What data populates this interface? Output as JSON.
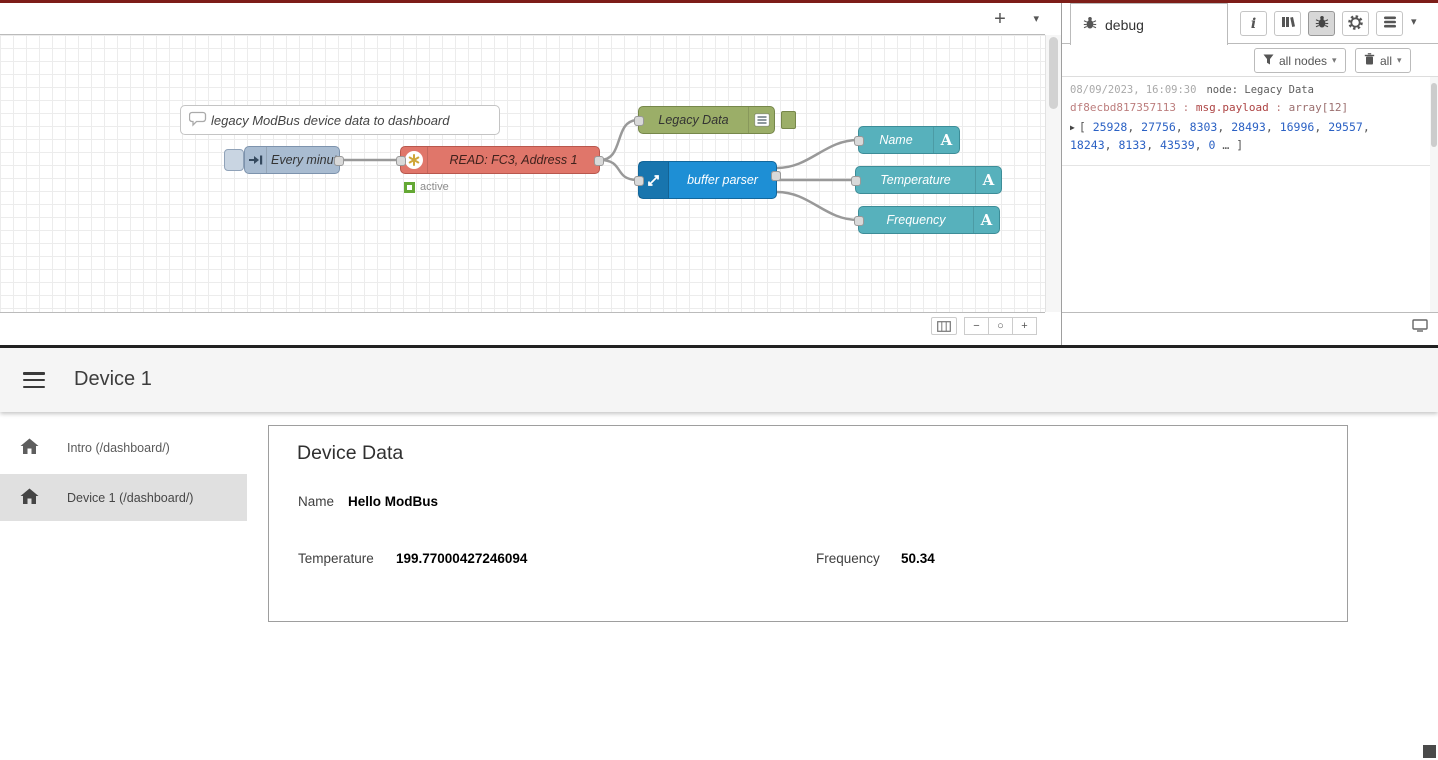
{
  "editor": {
    "tabbar": {
      "add_flow": "+",
      "flow_menu_caret": "▾"
    },
    "flow": {
      "comment_node": {
        "label": "legacy ModBus device data to dashboard"
      },
      "inject_node": {
        "label": "Every minute"
      },
      "modbus_node": {
        "label": "READ: FC3, Address 1",
        "status": "active"
      },
      "debug_node": {
        "label": "Legacy Data"
      },
      "buffer_node": {
        "label": "buffer parser"
      },
      "ui_nodes": [
        {
          "label": "Name"
        },
        {
          "label": "Temperature"
        },
        {
          "label": "Frequency"
        }
      ],
      "icons": {
        "ui_text_glyph": "A"
      }
    },
    "footer": {
      "zoom_out": "−",
      "zoom_reset": "○",
      "zoom_in": "+"
    }
  },
  "sidebar": {
    "tab_label": "debug",
    "header_icons": {
      "info_glyph": "i",
      "menu_caret": "▾"
    },
    "filters": {
      "nodes_label": "all nodes",
      "clear_label": "all",
      "caret": "▾"
    },
    "message": {
      "timestamp": "08/09/2023, 16:09:30",
      "source": "node: Legacy Data",
      "msgid": "df8ecbd817357113",
      "separator": " : ",
      "property": "msg.payload",
      "type": "array[12]",
      "expand_caret": "▶",
      "payload_values": [
        25928,
        27756,
        8303,
        28493,
        16996,
        29557,
        18243,
        8133,
        43539,
        0
      ],
      "truncated": "…"
    }
  },
  "dashboard": {
    "title": "Device 1",
    "nav": [
      {
        "label": "Intro (/dashboard/)",
        "active": false
      },
      {
        "label": "Device 1 (/dashboard/)",
        "active": true
      }
    ],
    "card": {
      "title": "Device Data",
      "name_label": "Name",
      "name_value": "Hello ModBus",
      "temperature_label": "Temperature",
      "temperature_value": "199.77000427246094",
      "frequency_label": "Frequency",
      "frequency_value": "50.34"
    }
  },
  "colors": {
    "inject_node": "#a9bcd1",
    "modbus_node": "#e0766a",
    "debug_node": "#9bae68",
    "buffer_parser_node": "#1e8fd5",
    "ui_node": "#57b1bc",
    "status_active": "#64a834",
    "wire": "#999999",
    "debug_number_text": "#2b61c4",
    "debug_property_text": "#ad4343",
    "dashboard_header_bg": "#f5f5f5",
    "nav_active_bg": "#e0e0e0"
  }
}
